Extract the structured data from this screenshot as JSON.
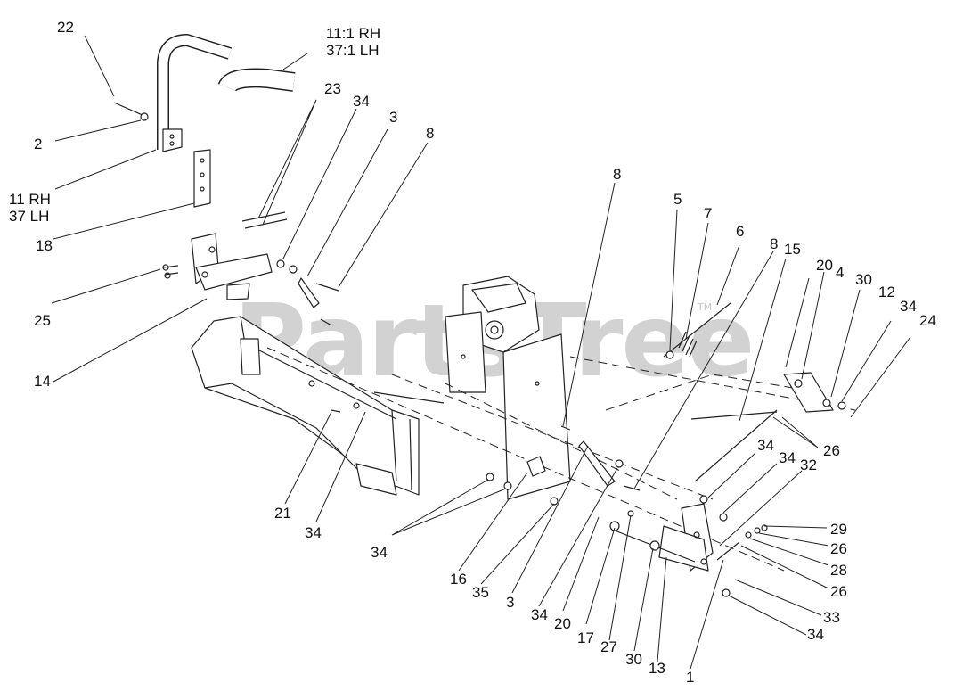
{
  "watermark": {
    "text": "PartsTree",
    "trademark": "TM"
  },
  "callouts": {
    "c22": "22",
    "c11_37": "11:1 RH\n37:1 LH",
    "c23": "23",
    "c34a": "34",
    "c3a": "3",
    "c8a": "8",
    "c2": "2",
    "c11_37b": "11 RH\n37 LH",
    "c18": "18",
    "c25": "25",
    "c14": "14",
    "c8b": "8",
    "c5": "5",
    "c7": "7",
    "c6": "6",
    "c8c": "8",
    "c15": "15",
    "c20a": "20",
    "c4": "4",
    "c30a": "30",
    "c12": "12",
    "c34b": "34",
    "c24": "24",
    "c26a": "26",
    "c34c": "34",
    "c34d": "34",
    "c32": "32",
    "c21": "21",
    "c34e": "34",
    "c34f": "34",
    "c16": "16",
    "c35": "35",
    "c3b": "3",
    "c34g": "34",
    "c20b": "20",
    "c17": "17",
    "c27": "27",
    "c30b": "30",
    "c13": "13",
    "c1": "1",
    "c29": "29",
    "c26b": "26",
    "c28": "28",
    "c26c": "26",
    "c33": "33",
    "c34h": "34"
  }
}
